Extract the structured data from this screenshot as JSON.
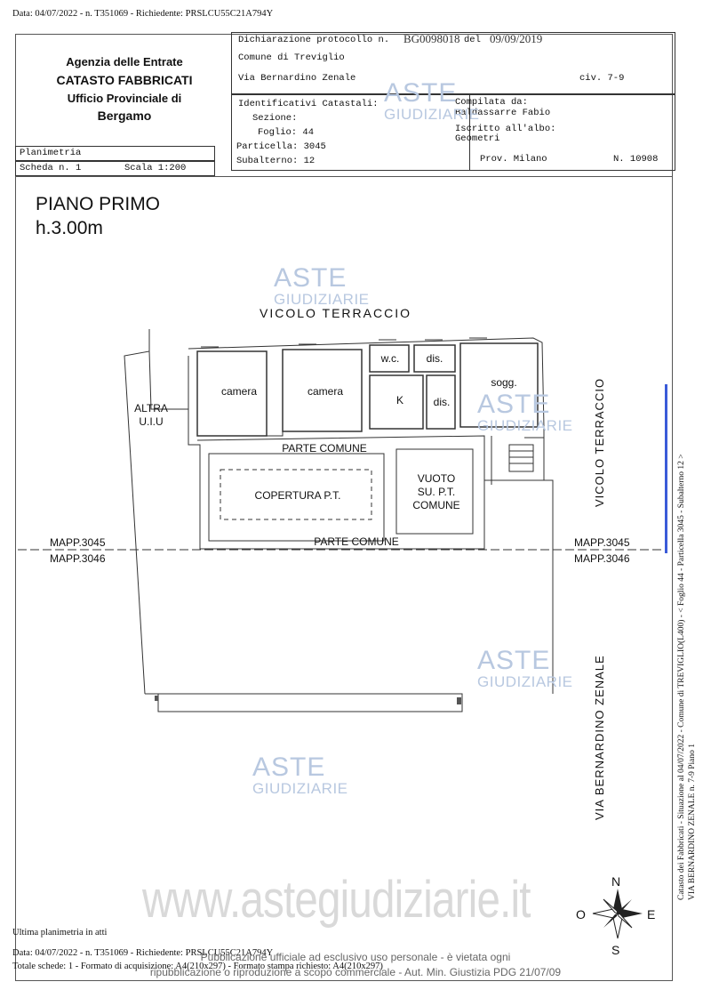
{
  "top_line": "Data: 04/07/2022 - n. T351069 - Richiedente: PRSLCU55C21A794Y",
  "header": {
    "agency": "Agenzia delle Entrate",
    "catasto": "CATASTO FABBRICATI",
    "ufficio": "Ufficio Provinciale di",
    "city": "Bergamo",
    "dichiarazione_label": "Dichiarazione protocollo n.",
    "protocollo": "BG0098018",
    "del_label": "del",
    "del_date": "09/09/2019",
    "comune": "Comune di Treviglio",
    "via": "Via Bernardino Zenale",
    "civ": "civ. 7-9",
    "ident_title": "Identificativi Catastali:",
    "sezione": "Sezione:",
    "foglio": "Foglio: 44",
    "particella": "Particella: 3045",
    "subalterno": "Subalterno: 12",
    "compilata_label": "Compilata da:",
    "compilata_name": "Baldassarre Fabio",
    "iscritto_label": "Iscritto all'albo:",
    "iscritto_value": "Geometri",
    "prov": "Prov. Milano",
    "numero": "N. 10908",
    "planimetria": "Planimetria",
    "scheda": "Scheda n. 1",
    "scala": "Scala 1:200"
  },
  "plan": {
    "floor_title": "PIANO PRIMO",
    "height": "h.3.00m",
    "street_top": "VICOLO TERRACCIO",
    "street_right": "VICOLO TERRACCIO",
    "street_bottom_right": "VIA BERNARDINO ZENALE",
    "other_unit": "ALTRA\nU.I.U",
    "rooms": {
      "camera1": "camera",
      "camera2": "camera",
      "wc": "w.c.",
      "dis1": "dis.",
      "k": "K",
      "dis2": "dis.",
      "sogg": "sogg."
    },
    "parte_comune_top": "PARTE COMUNE",
    "parte_comune_bottom": "PARTE COMUNE",
    "copertura": "COPERTURA P.T.",
    "vuoto": "VUOTO\nSU. P.T.\nCOMUNE",
    "mapp_left_a": "MAPP.3045",
    "mapp_left_b": "MAPP.3046",
    "mapp_right_a": "MAPP.3045",
    "mapp_right_b": "MAPP.3046"
  },
  "watermark": {
    "aste": "ASTE",
    "giudiziarie": "GIUDIZIARIE",
    "website": "www.astegiudiziarie.it",
    "notice_line1": "Pubblicazione ufficiale ad esclusivo uso personale - è vietata ogni",
    "notice_line2": "ripubblicazione o riproduzione a scopo commerciale - Aut. Min. Giustizia PDG 21/07/09"
  },
  "compass": {
    "n": "N",
    "s": "S",
    "e": "E",
    "o": "O"
  },
  "side_text_line1": "Catasto dei Fabbricati - Situazione al 04/07/2022 - Comune di TREVIGLIO(L400) - < Foglio 44 - Particella 3045 - Subalterno 12 >",
  "side_text_line2": "VIA BERNARDINO ZENALE n. 7-9 Piano 1",
  "footer": {
    "ultima": "Ultima planimetria in atti",
    "data_line": "Data: 04/07/2022 - n. T351069 - Richiedente: PRSLCU55C21A794Y",
    "totale_line": "Totale schede: 1 - Formato di acquisizione: A4(210x297) - Formato stampa richiesto: A4(210x297)"
  }
}
